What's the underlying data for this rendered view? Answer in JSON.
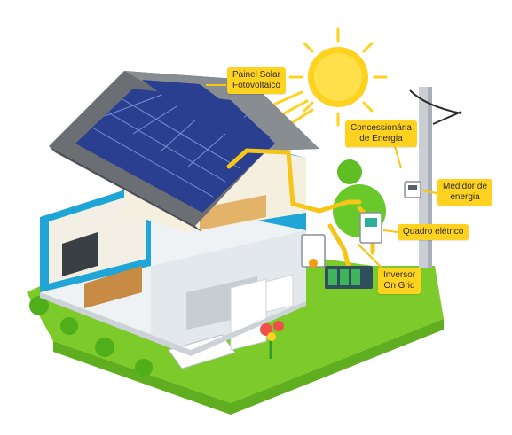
{
  "labels": {
    "solar_panel": "Painel Solar\nFotovoltaico",
    "utility": "Concessionária\nde Energia",
    "meter": "Medidor de\nenergia",
    "breaker_panel": "Quadro elétrico",
    "inverter": "Inversor\nOn Grid"
  },
  "icons": {
    "sun": "sun-icon",
    "utility_pole": "utility-pole-icon",
    "solar_panel": "solar-panel-icon",
    "meter": "energy-meter-icon",
    "breaker_panel": "breaker-panel-icon",
    "inverter": "inverter-icon",
    "house": "house-icon"
  },
  "colors": {
    "callout": "#ffd21f",
    "cable": "#f5c518",
    "wall": "#1fa5d6",
    "roof": "#6b6f74",
    "panel": "#2a3f8f",
    "grass": "#7ccb2a",
    "sun": "#ffd21f"
  }
}
